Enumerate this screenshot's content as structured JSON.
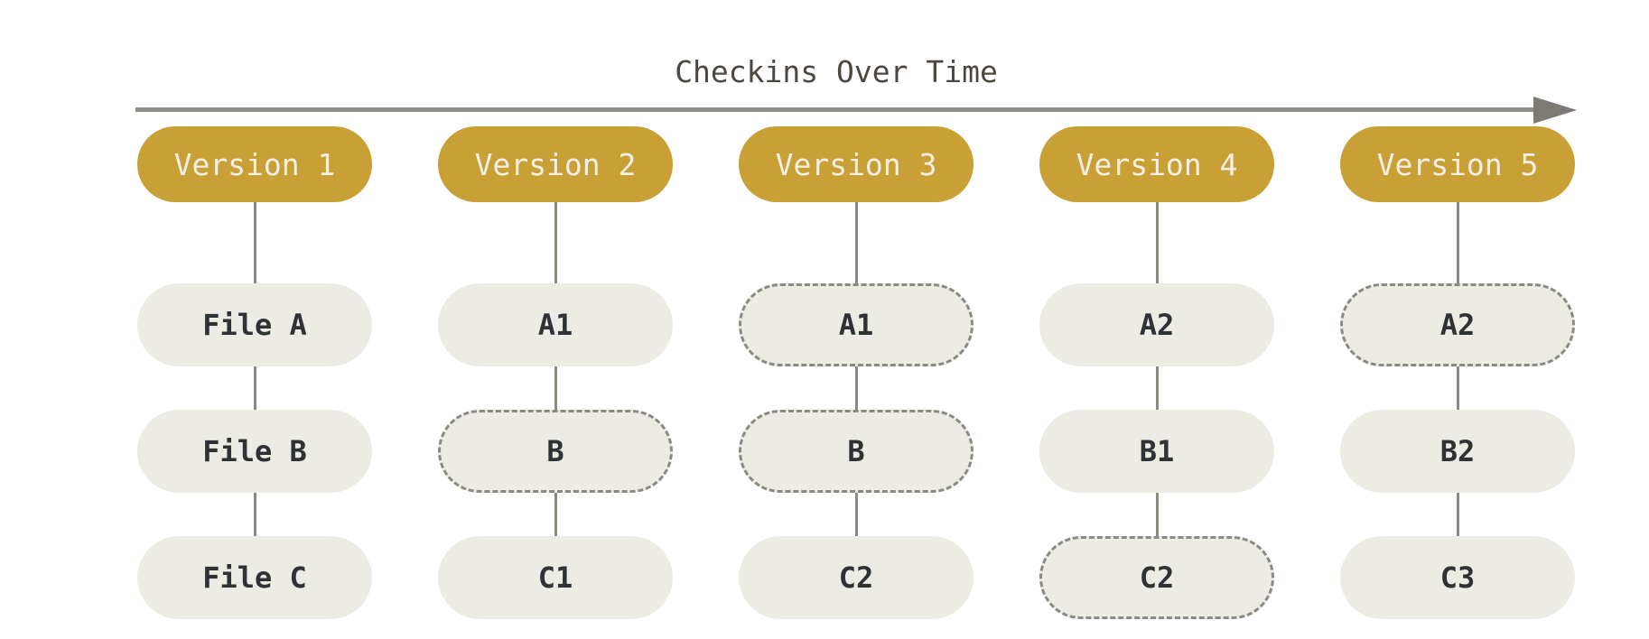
{
  "title": "Checkins Over Time",
  "colors": {
    "version_pill_fill": "#C9A035",
    "version_pill_text": "#F2EFE6",
    "file_pill_fill": "#EDECE4",
    "file_pill_text": "#2E3235",
    "connector_line": "#8B8A82",
    "arrow_line": "#8F8D87",
    "arrow_head": "#7C7A72",
    "title_text": "#4C4741",
    "background": "#FFFFFF"
  },
  "columns": [
    {
      "version": "Version 1",
      "files": [
        {
          "label": "File A",
          "dashed": false
        },
        {
          "label": "File B",
          "dashed": false
        },
        {
          "label": "File C",
          "dashed": false
        }
      ]
    },
    {
      "version": "Version 2",
      "files": [
        {
          "label": "A1",
          "dashed": false
        },
        {
          "label": "B",
          "dashed": true
        },
        {
          "label": "C1",
          "dashed": false
        }
      ]
    },
    {
      "version": "Version 3",
      "files": [
        {
          "label": "A1",
          "dashed": true
        },
        {
          "label": "B",
          "dashed": true
        },
        {
          "label": "C2",
          "dashed": false
        }
      ]
    },
    {
      "version": "Version 4",
      "files": [
        {
          "label": "A2",
          "dashed": false
        },
        {
          "label": "B1",
          "dashed": false
        },
        {
          "label": "C2",
          "dashed": true
        }
      ]
    },
    {
      "version": "Version 5",
      "files": [
        {
          "label": "A2",
          "dashed": true
        },
        {
          "label": "B2",
          "dashed": false
        },
        {
          "label": "C3",
          "dashed": false
        }
      ]
    }
  ]
}
